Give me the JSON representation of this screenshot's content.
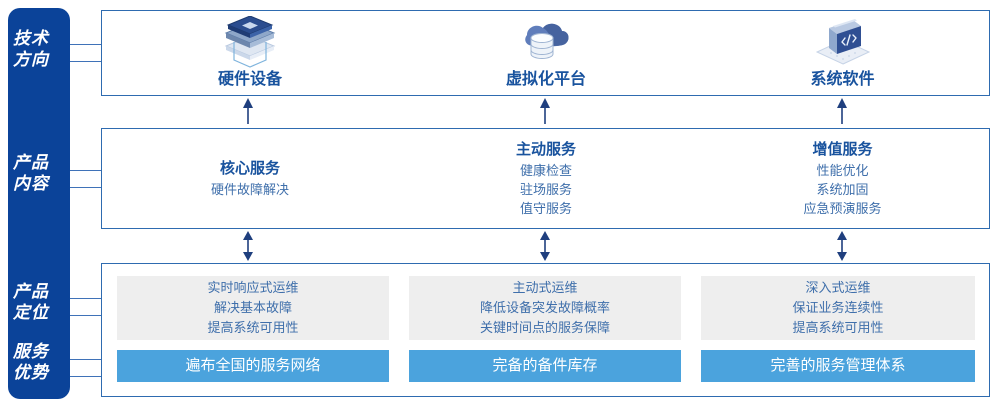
{
  "colors": {
    "rail": "#0b4399",
    "box_border": "#2e6bb0",
    "connector": "#3f72b8",
    "title_blue": "#19539e",
    "body_blue": "#3f6fab",
    "panel_gray": "#eeeeee",
    "bar_blue": "#4ba3dd",
    "white": "#ffffff"
  },
  "sidebar": {
    "items": [
      {
        "label": "技术方向",
        "line1": "技术",
        "line2": "方向"
      },
      {
        "label": "产品内容",
        "line1": "产品",
        "line2": "内容"
      },
      {
        "label": "产品定位",
        "line1": "产品",
        "line2": "定位"
      },
      {
        "label": "服务优势",
        "line1": "服务",
        "line2": "优势"
      }
    ]
  },
  "tech_direction": {
    "columns": [
      {
        "title": "硬件设备",
        "icon": "server-stack-icon"
      },
      {
        "title": "虚拟化平台",
        "icon": "cloud-database-icon"
      },
      {
        "title": "系统软件",
        "icon": "monitor-code-icon"
      }
    ]
  },
  "product_content": {
    "columns": [
      {
        "title": "核心服务",
        "items": [
          "硬件故障解决"
        ]
      },
      {
        "title": "主动服务",
        "items": [
          "健康检查",
          "驻场服务",
          "值守服务"
        ]
      },
      {
        "title": "增值服务",
        "items": [
          "性能优化",
          "系统加固",
          "应急预演服务"
        ]
      }
    ]
  },
  "product_positioning": {
    "columns": [
      {
        "lines": [
          "实时响应式运维",
          "解决基本故障",
          "提高系统可用性"
        ]
      },
      {
        "lines": [
          "主动式运维",
          "降低设备突发故障概率",
          "关键时间点的服务保障"
        ]
      },
      {
        "lines": [
          "深入式运维",
          "保证业务连续性",
          "提高系统可用性"
        ]
      }
    ]
  },
  "service_advantages": {
    "bars": [
      {
        "label": "遍布全国的服务网络"
      },
      {
        "label": "完备的备件库存"
      },
      {
        "label": "完善的服务管理体系"
      }
    ]
  },
  "connectors": {
    "arrow_up": "arrow-up-icon",
    "arrow_double": "arrow-up-down-icon"
  }
}
